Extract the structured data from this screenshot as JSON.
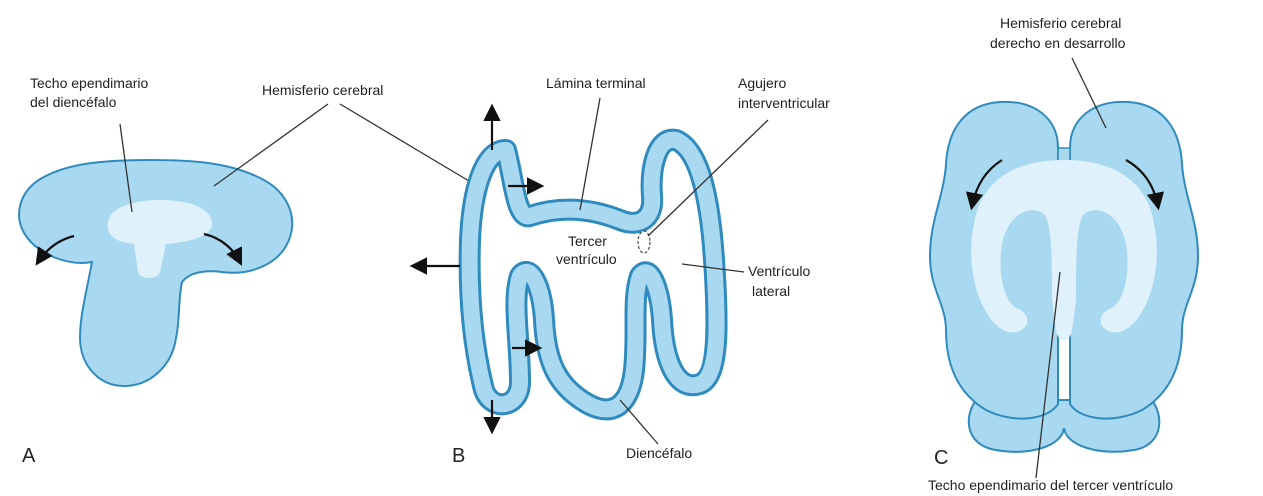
{
  "panel_a": {
    "letter": "A",
    "label_roof": [
      "Techo ependimario",
      "del diencéfalo"
    ],
    "label_hemisphere": "Hemisferio cerebral"
  },
  "panel_b": {
    "letter": "B",
    "label_lamina": "Lámina terminal",
    "label_foramen": [
      "Agujero",
      "interventricular"
    ],
    "label_third_ventricle": [
      "Tercer",
      "ventrículo"
    ],
    "label_lateral_ventricle": [
      "Ventrículo",
      "lateral"
    ],
    "label_diencephalon": "Diencéfalo"
  },
  "panel_c": {
    "letter": "C",
    "label_right_hemisphere": [
      "Hemisferio cerebral",
      "derecho en desarrollo"
    ],
    "label_roof_third": "Techo ependimario del tercer ventrículo"
  },
  "colors": {
    "tissue_fill": "#a9d8f1",
    "tissue_outline": "#2f8bbd",
    "roof_fill": "#dff1fb"
  }
}
